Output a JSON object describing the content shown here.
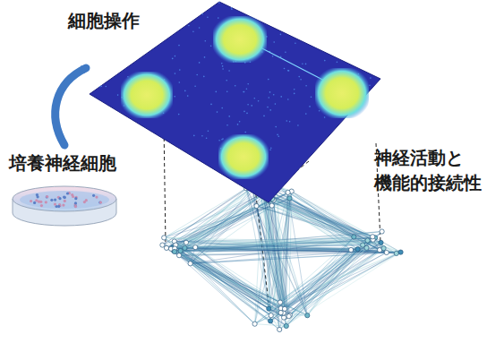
{
  "diagram": {
    "labels": [
      "細胞操作",
      "培養神経細胞",
      "神経活動と 機能的接続性"
    ]
  }
}
